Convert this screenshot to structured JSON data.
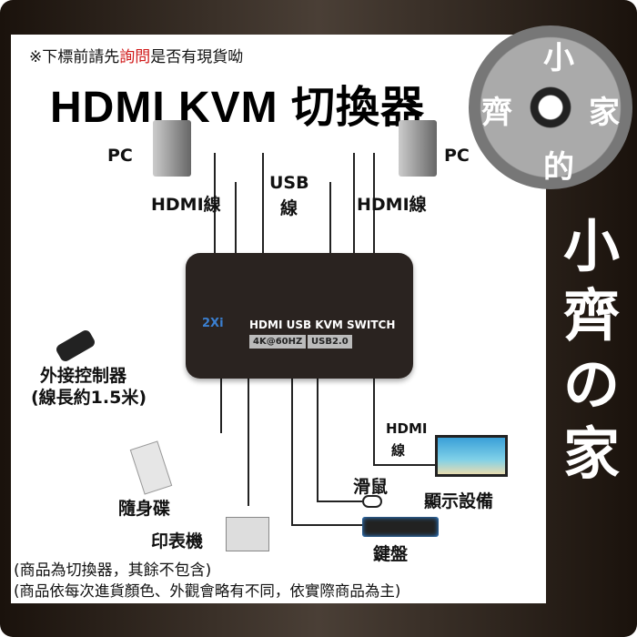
{
  "notice": {
    "prefix": "※下標前請先",
    "highlight": "詢問",
    "suffix": "是否有現貨呦"
  },
  "title": "HDMI KVM 切換器",
  "brand_side": [
    "小",
    "齊",
    "の",
    "家"
  ],
  "logo_chars": [
    "小",
    "家",
    "齊",
    "的"
  ],
  "labels": {
    "pc_left": "PC",
    "pc_right": "PC",
    "hdmi_left": "HDMI線",
    "hdmi_right": "HDMI線",
    "usb": "USB",
    "usb_line": "線",
    "remote": "外接控制器",
    "remote_len": "(線長約1.5米)",
    "hdmi_out": "HDMI",
    "hdmi_out_line": "線",
    "usb_disk": "隨身碟",
    "mouse": "滑鼠",
    "monitor": "顯示設備",
    "printer": "印表機",
    "keyboard": "鍵盤"
  },
  "device": {
    "brand": "2Xi",
    "name": "HDMI USB KVM  SWITCH",
    "spec1": "4K@60HZ",
    "spec2": "USB2.0"
  },
  "notes": [
    "(商品為切換器，其餘不包含)",
    "(商品依每次進貨顏色、外觀會略有不同，依實際商品為主)"
  ],
  "colors": {
    "highlight": "#d01818",
    "frame": "#2a2018"
  }
}
